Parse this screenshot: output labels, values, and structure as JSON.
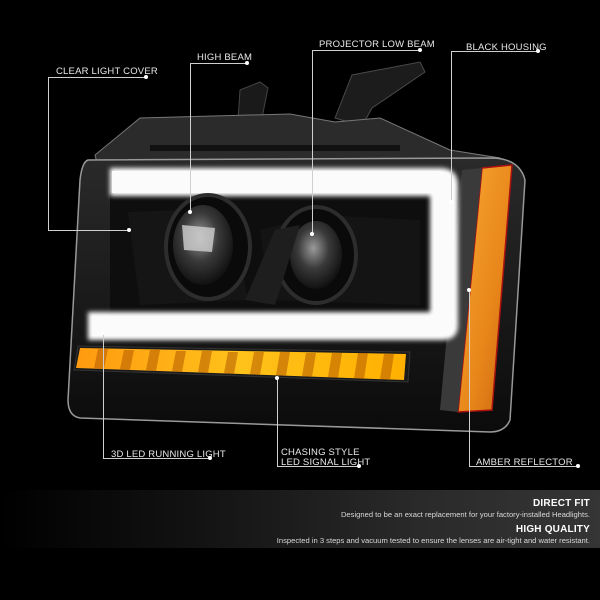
{
  "callouts": {
    "clear_light_cover": "CLEAR LIGHT COVER",
    "high_beam": "HIGH BEAM",
    "projector_low_beam": "PROJECTOR LOW BEAM",
    "black_housing": "BLACK HOUSING",
    "led_running_light": "3D LED RUNNING LIGHT",
    "signal_light_line1": "CHASING STYLE",
    "signal_light_line2": "LED SIGNAL LIGHT",
    "amber_reflector": "AMBER REFLECTOR"
  },
  "features": [
    {
      "title": "DIRECT FIT",
      "description": "Designed to be an exact replacement for your factory-installed Headlights."
    },
    {
      "title": "HIGH QUALITY",
      "description": "Inspected in 3 steps and vacuum tested to ensure the lenses are air-tight and water resistant."
    }
  ],
  "colors": {
    "background": "#000000",
    "amber": "#f39a1e",
    "led_white": "#ffffff",
    "callout_line": "#cfcfcf"
  }
}
